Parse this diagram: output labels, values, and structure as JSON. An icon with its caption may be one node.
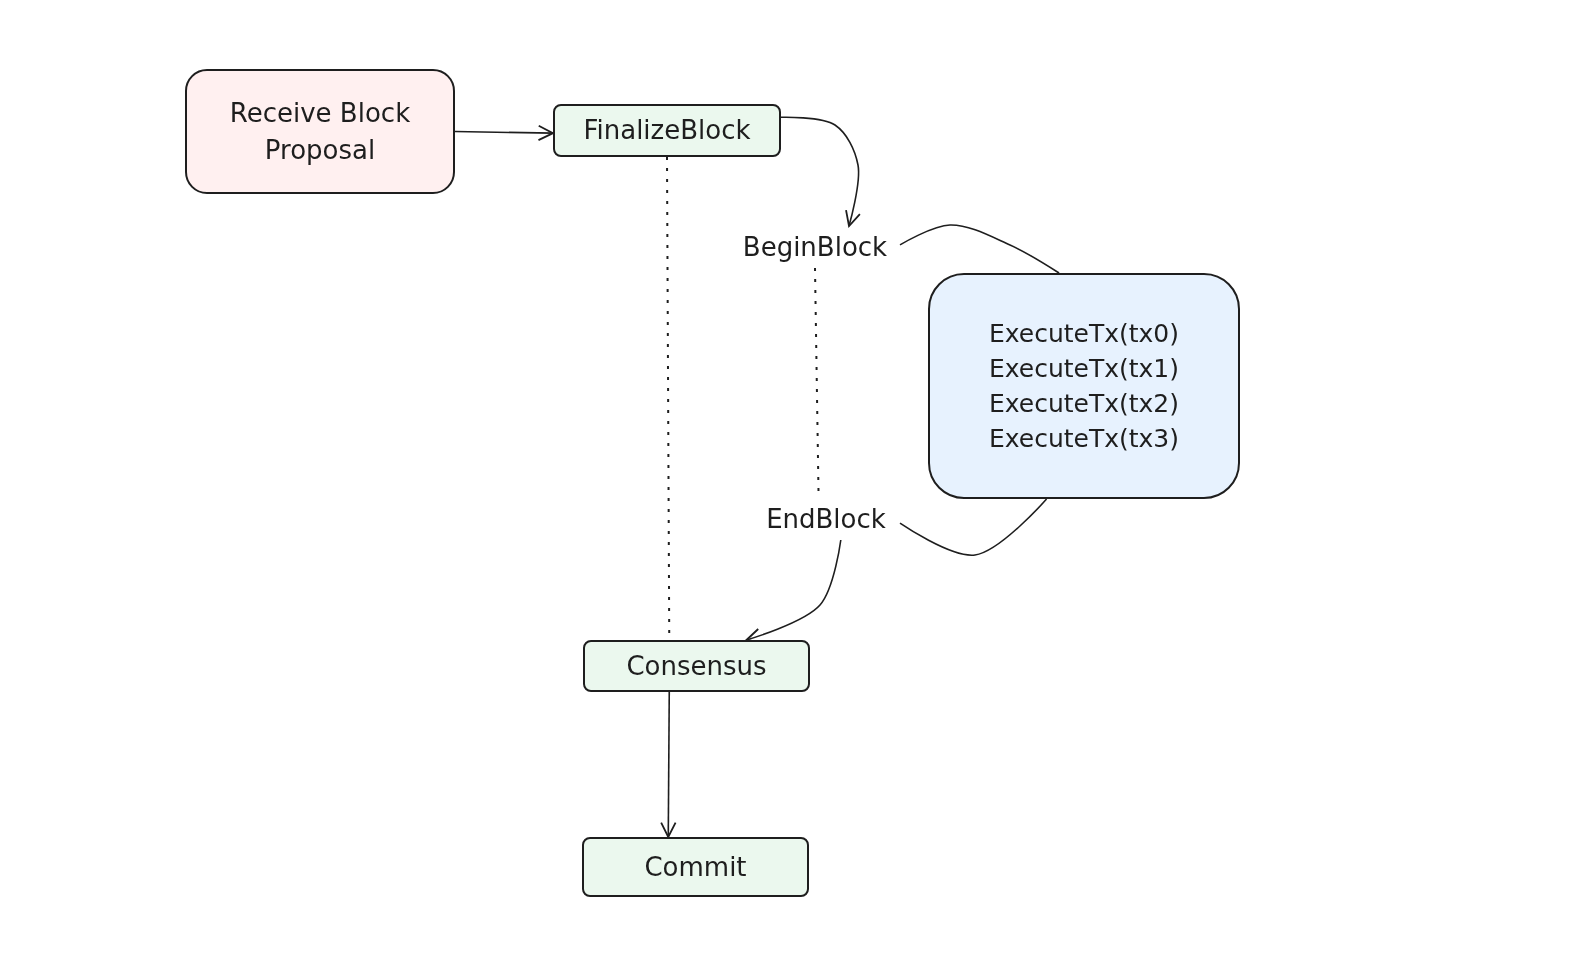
{
  "diagram": {
    "nodes": [
      {
        "text": [
          "Receive Block Proposal"
        ]
      },
      {
        "text": [
          "FinalizeBlock"
        ]
      },
      {
        "text": [
          "BeginBlock"
        ]
      },
      {
        "text": [
          "ExecuteTx(tx0)",
          "ExecuteTx(tx1)",
          "ExecuteTx(tx2)",
          "ExecuteTx(tx3)"
        ]
      },
      {
        "text": [
          "EndBlock"
        ]
      },
      {
        "text": [
          "Consensus"
        ]
      },
      {
        "text": [
          "Commit"
        ]
      }
    ],
    "edges": [
      {
        "from": 0,
        "to": 1,
        "arrow": "to"
      },
      {
        "from": 1,
        "to": 2,
        "arrow": "to"
      },
      {
        "from": 1,
        "to": 5,
        "arrow": "none",
        "style": "dashed"
      },
      {
        "from": 2,
        "to": 4,
        "arrow": "none",
        "style": "dashed"
      },
      {
        "from": 2,
        "to": 3,
        "arrow": "none"
      },
      {
        "from": 4,
        "to": 3,
        "arrow": "none"
      },
      {
        "from": 4,
        "to": 5,
        "arrow": "to"
      },
      {
        "from": 5,
        "to": 6,
        "arrow": "to"
      }
    ]
  }
}
